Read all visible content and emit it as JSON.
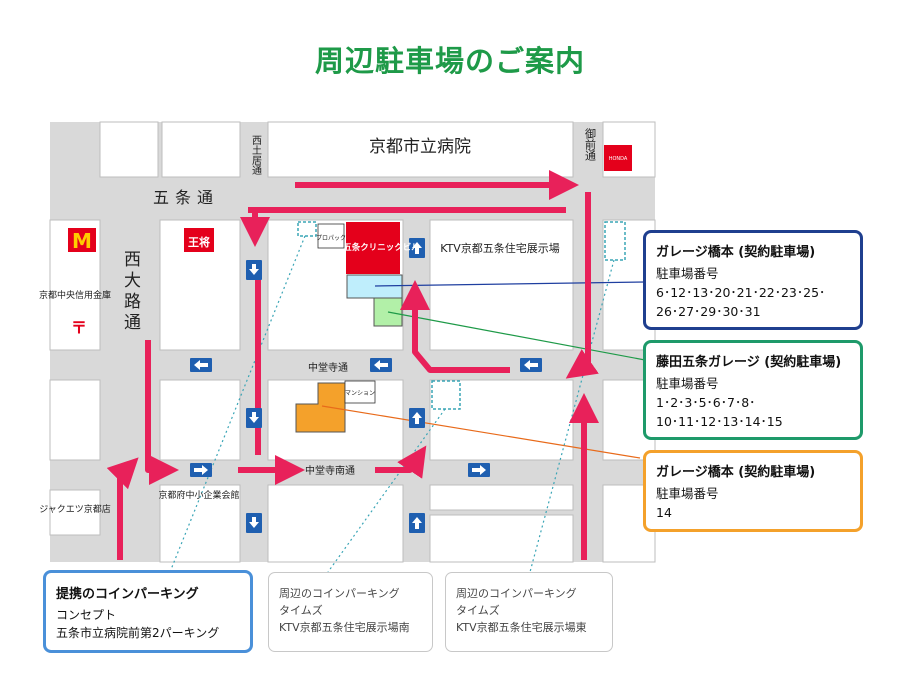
{
  "title": "周辺駐車場のご案内",
  "map": {
    "streets": {
      "gojo": "五条通",
      "nishioji": "西大路通",
      "nishikyogoku": "西土居通",
      "onmae": "御前通",
      "chudoji": "中堂寺通",
      "chudoji_minami": "中堂寺南通"
    },
    "places": {
      "hospital": "京都市立病院",
      "clinic": "京都五条クリニックビル",
      "ktv": "KTV京都五条住宅展示場",
      "shinkin": "京都中央信用金庫",
      "jackets": "ジャクエツ京都店",
      "sme_hall": "京都府中小企業会館",
      "propack": "プロパック",
      "mansion": "マンション",
      "mcdonalds": "M",
      "gyoza": "王将",
      "honda": "HONDA"
    },
    "colors": {
      "route": "#e8215a",
      "arrow": "#1f5fb0",
      "road": "#d9d9d9",
      "parking_blue": "#bfeefc",
      "parking_green": "#b2f0a8",
      "parking_orange": "#f4a12b"
    }
  },
  "lots": {
    "hashimoto_contract": {
      "name": "ガレージ橋本 (契約駐車場)",
      "label": "駐車場番号",
      "numbers_line1": "6･12･13･20･21･22･23･25･",
      "numbers_line2": "26･27･29･30･31",
      "color": "#1f3f8f"
    },
    "fujita": {
      "name": "藤田五条ガレージ (契約駐車場)",
      "label": "駐車場番号",
      "numbers_line1": "1･2･3･5･6･7･8･",
      "numbers_line2": "10･11･12･13･14･15",
      "color": "#1e9a6a"
    },
    "hashimoto_14": {
      "name": "ガレージ橋本 (契約駐車場)",
      "label": "駐車場番号",
      "numbers_line1": "14",
      "color": "#f4a12b"
    },
    "partner": {
      "name": "提携のコインパーキング",
      "line1": "コンセプト",
      "line2": "五条市立病院前第2パーキング",
      "color": "#4a90d9"
    },
    "times_south": {
      "line1": "周辺のコインパーキング",
      "line2": "タイムズ",
      "line3": "KTV京都五条住宅展示場南"
    },
    "times_east": {
      "line1": "周辺のコインパーキング",
      "line2": "タイムズ",
      "line3": "KTV京都五条住宅展示場東"
    }
  }
}
